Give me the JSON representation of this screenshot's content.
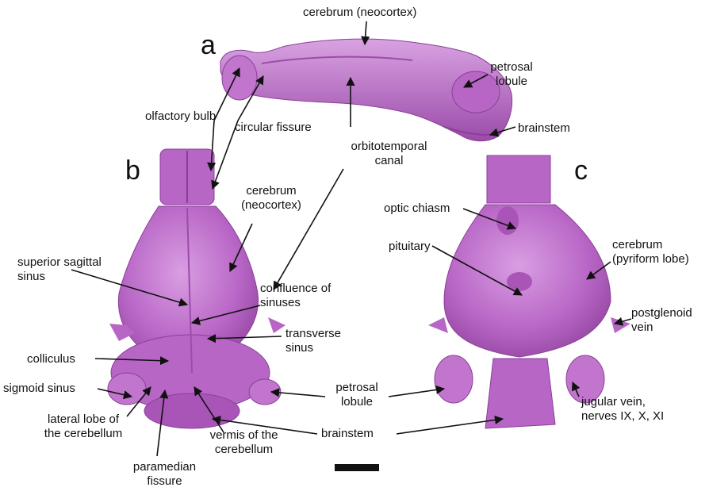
{
  "panels": {
    "a": "a",
    "b": "b",
    "c": "c"
  },
  "labels": {
    "cerebrum_top": "cerebrum (neocortex)",
    "petrosal_a_1": "petrosal",
    "petrosal_a_2": "lobule",
    "olfactory_bulb": "olfactory bulb",
    "circular_fissure": "circular fissure",
    "brainstem_a": "brainstem",
    "orbitotemporal_1": "orbitotemporal",
    "orbitotemporal_2": "canal",
    "cerebrum_b_1": "cerebrum",
    "cerebrum_b_2": "(neocortex)",
    "optic_chiasm": "optic chiasm",
    "pituitary": "pituitary",
    "cerebrum_c_1": "cerebrum",
    "cerebrum_c_2": "(pyriform lobe)",
    "superior_sagittal_1": "superior sagittal",
    "superior_sagittal_2": "sinus",
    "confluence_1": "confluence of",
    "confluence_2": "sinuses",
    "postglenoid_1": "postglenoid",
    "postglenoid_2": "vein",
    "transverse_1": "transverse",
    "transverse_2": "sinus",
    "colliculus": "colliculus",
    "sigmoid_sinus": "sigmoid sinus",
    "petrosal_b_1": "petrosal",
    "petrosal_b_2": "lobule",
    "lateral_lobe_1": "lateral lobe of",
    "lateral_lobe_2": "the cerebellum",
    "jugular_1": "jugular vein,",
    "jugular_2": "nerves IX, X, XI",
    "brainstem_b": "brainstem",
    "vermis_1": "vermis of the",
    "vermis_2": "cerebellum",
    "paramedian_1": "paramedian",
    "paramedian_2": "fissure"
  },
  "colors": {
    "specimen": "#b65fc4",
    "specimen_light": "#d89be0",
    "specimen_dark": "#8a3f98",
    "arrow": "#111111"
  }
}
